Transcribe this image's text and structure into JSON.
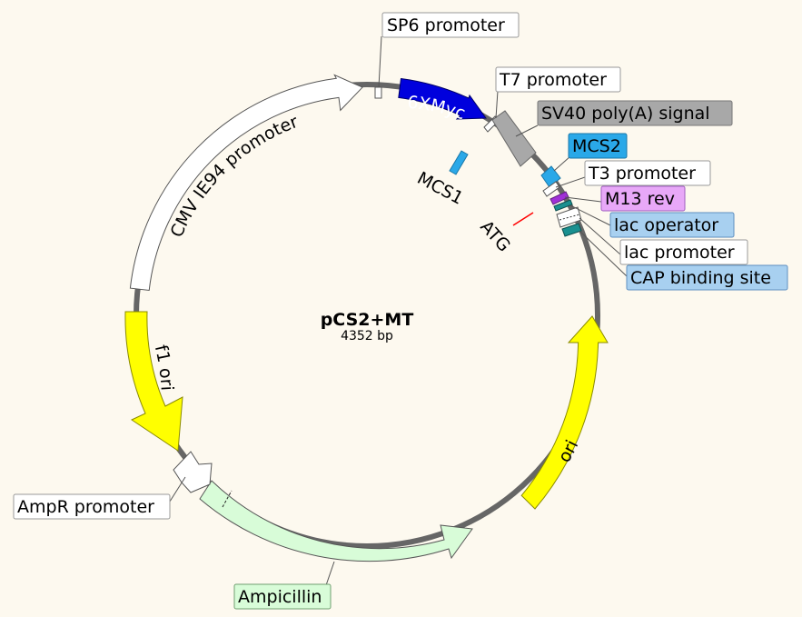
{
  "plasmid": {
    "name": "pCS2+MT",
    "size": "4352 bp"
  },
  "colors": {
    "background": "#fdf9ef",
    "backbone": "#666666",
    "white_feature": "#ffffff",
    "myc_tag": "#0000dd",
    "polyA": "#a8a8a8",
    "mcs": "#2aa8e8",
    "m13": "#a030d8",
    "lac_op": "#1a9090",
    "cap": "#1a9090",
    "ori": "#ffff00",
    "ampicillin": "#d8fcd8",
    "atg": "#ff0000"
  },
  "features": {
    "cmv": "CMV IE94 promoter",
    "myc": "6XMyc",
    "f1ori": "f1 ori",
    "ori": "ori",
    "ampr_promoter": "AmpR promoter",
    "ampicillin": "Ampicillin",
    "sp6": "SP6 promoter",
    "t7": "T7 promoter",
    "sv40": "SV40 poly(A) signal",
    "mcs2": "MCS2",
    "t3": "T3 promoter",
    "m13": "M13 rev",
    "lac_operator": "lac operator",
    "lac_promoter": "lac promoter",
    "cap": "CAP binding site",
    "mcs1": "MCS1",
    "atg": "ATG"
  }
}
